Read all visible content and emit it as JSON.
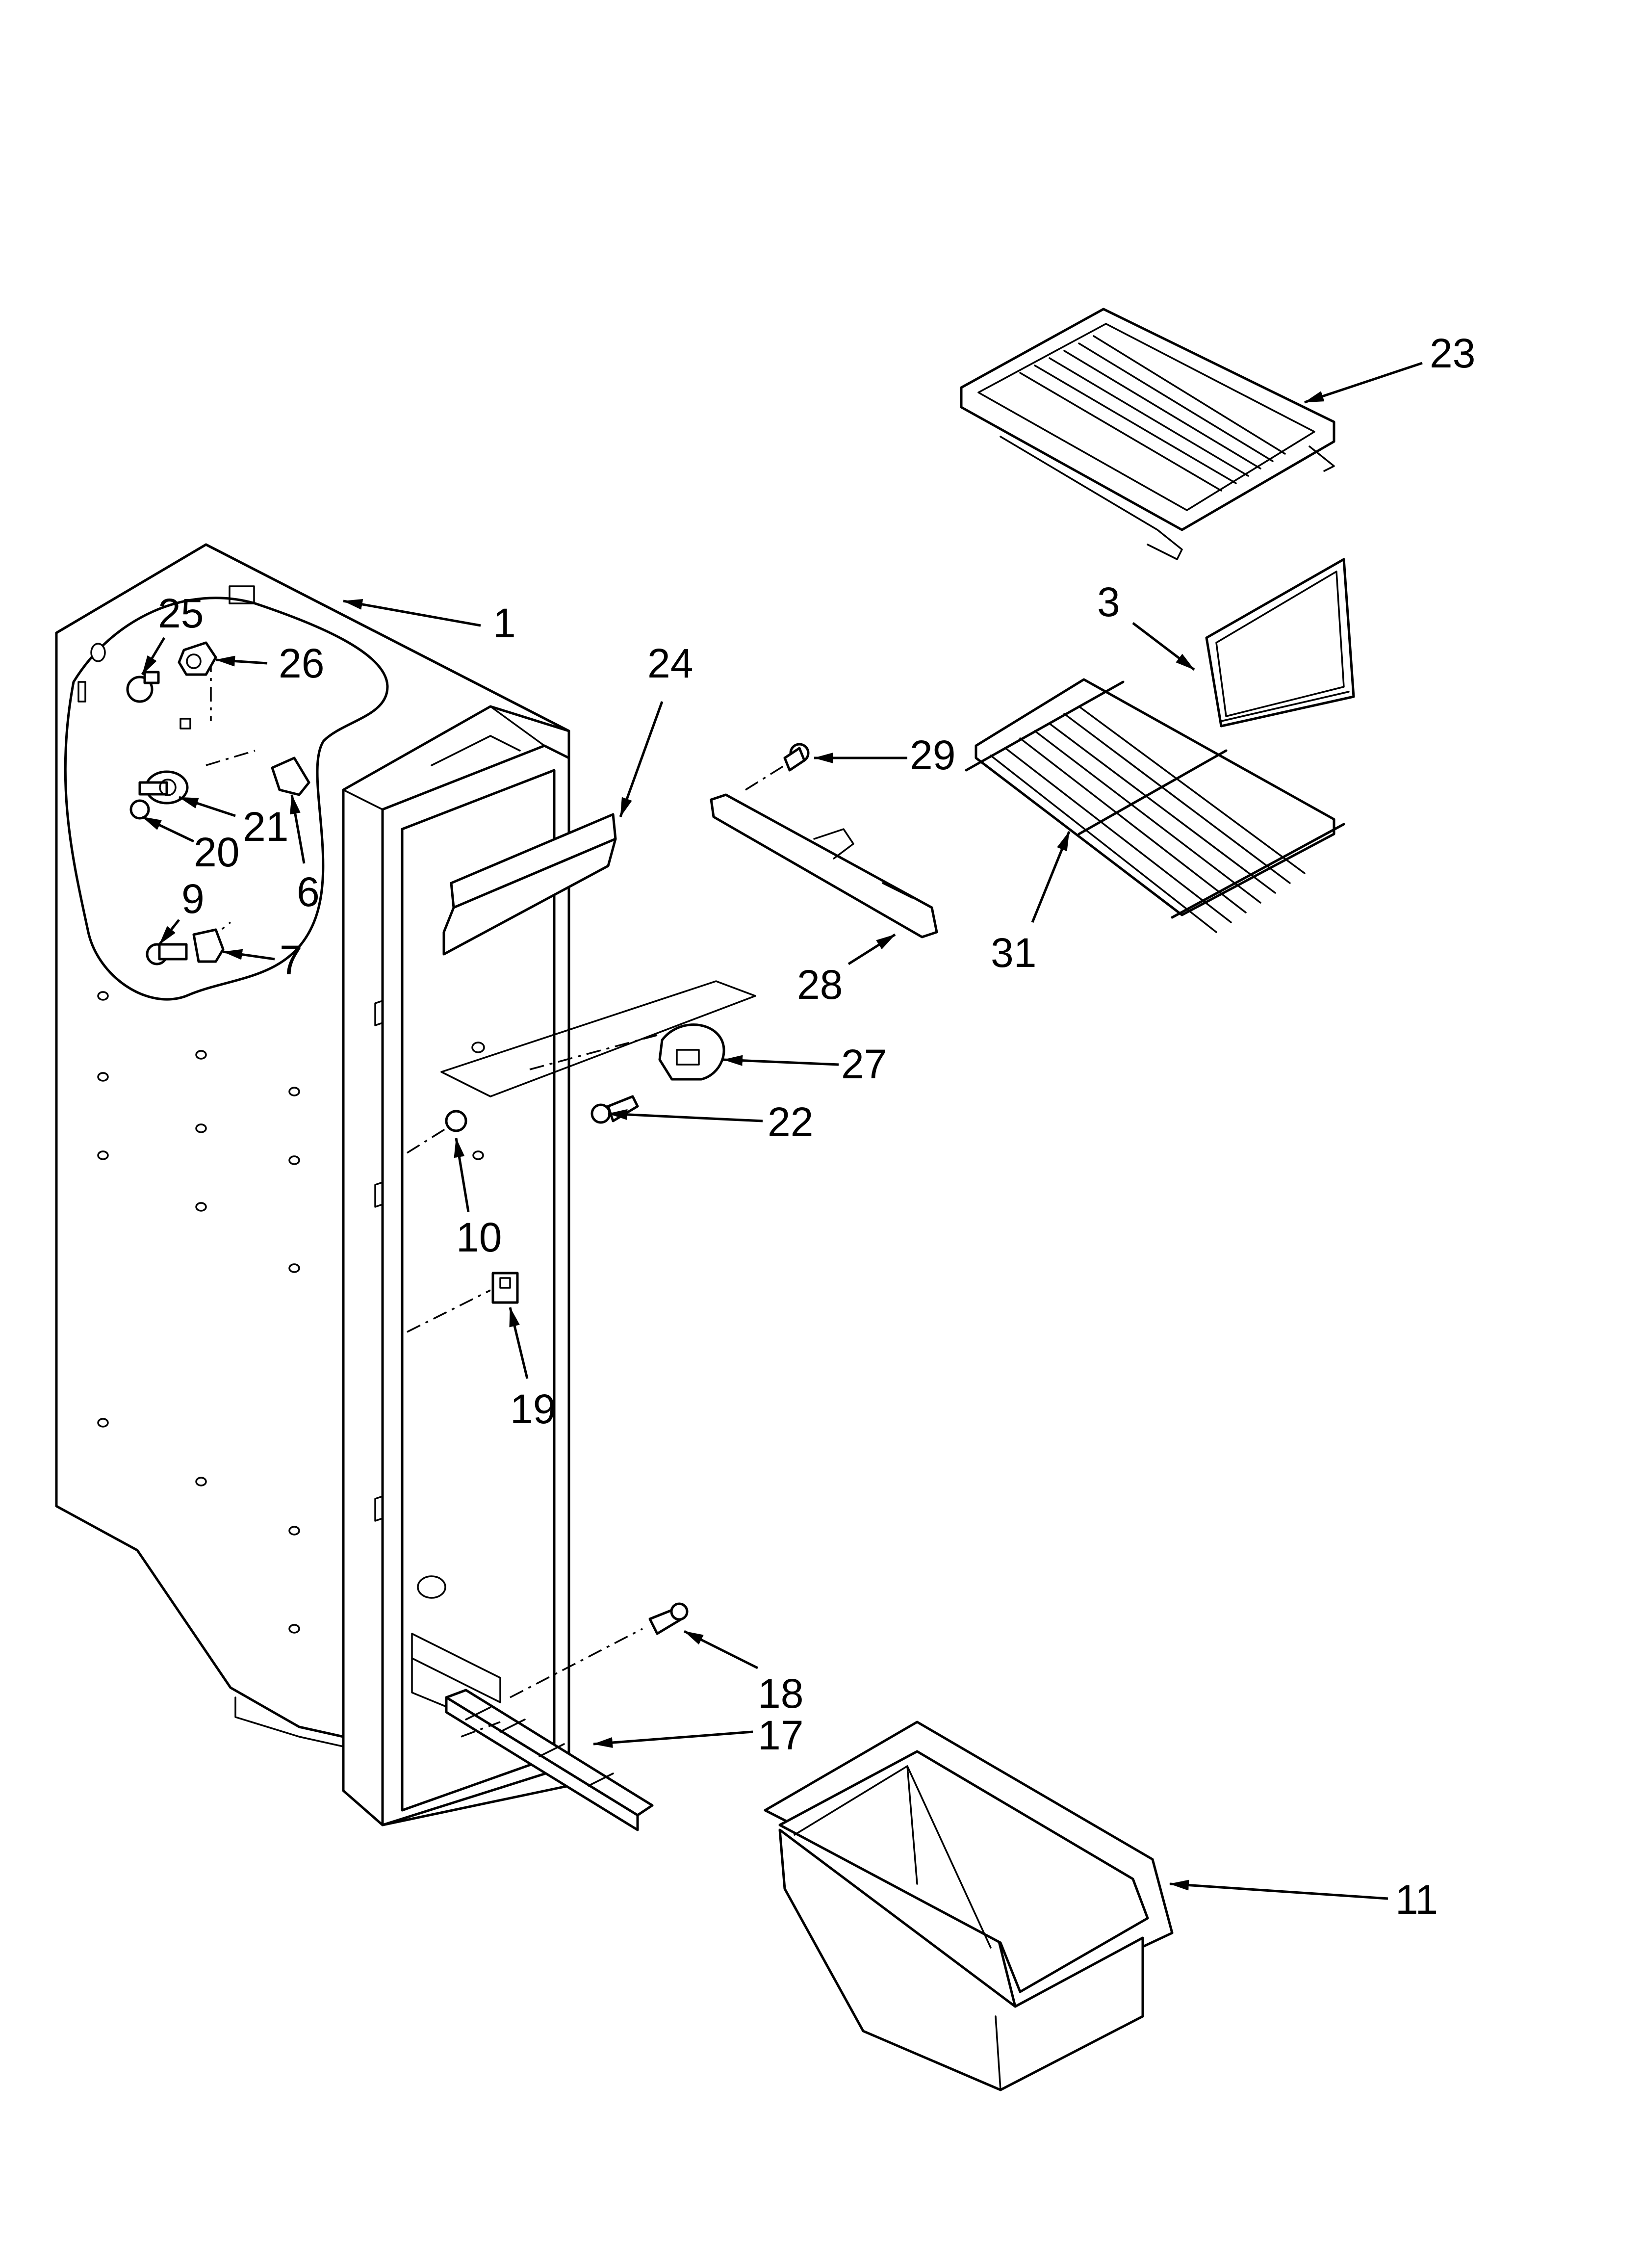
{
  "diagram": {
    "callouts": {
      "c1": "1",
      "c3": "3",
      "c6": "6",
      "c7": "7",
      "c9": "9",
      "c10": "10",
      "c11": "11",
      "c17": "17",
      "c18": "18",
      "c19": "19",
      "c20": "20",
      "c21": "21",
      "c22": "22",
      "c23": "23",
      "c24": "24",
      "c25": "25",
      "c26": "26",
      "c27": "27",
      "c28": "28",
      "c29": "29",
      "c31": "31"
    }
  }
}
